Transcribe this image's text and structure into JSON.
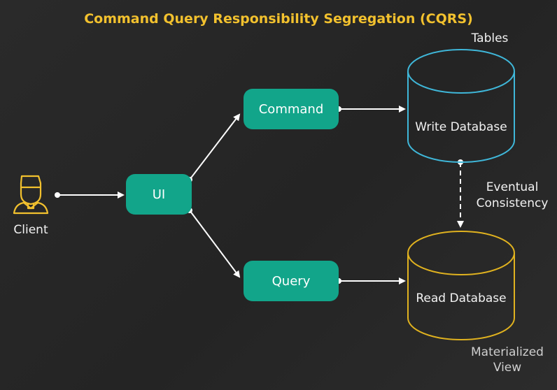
{
  "title": "Command Query Responsibility Segregation (CQRS)",
  "client": {
    "label": "Client",
    "icon": "user-icon"
  },
  "nodes": {
    "ui": "UI",
    "command": "Command",
    "query": "Query"
  },
  "write_db": {
    "label": "Write Database",
    "caption": "Tables",
    "color": "#3fb7d9"
  },
  "read_db": {
    "label": "Read Database",
    "caption_line1": "Materialized",
    "caption_line2": "View",
    "color": "#e0b21f"
  },
  "consistency": {
    "line1": "Eventual",
    "line2": "Consistency"
  },
  "colors": {
    "accent": "#f2c12e",
    "node": "#12a58a",
    "background": "#262626"
  }
}
